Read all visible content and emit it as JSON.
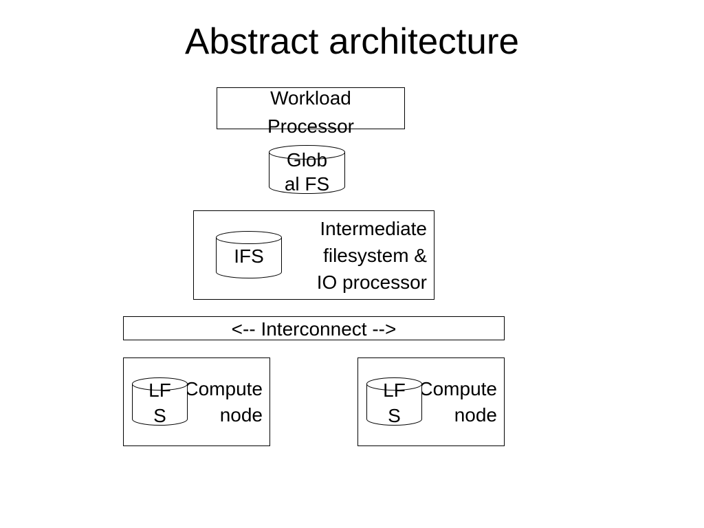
{
  "slide": {
    "title": "Abstract architecture"
  },
  "workload_processor": {
    "line1": "Workload",
    "line2": "Processor"
  },
  "global_fs": {
    "line1": "Glob",
    "line2": "al FS"
  },
  "intermediate": {
    "line1": "Intermediate",
    "line2": "filesystem &",
    "line3": "IO processor",
    "cylinder_label": "IFS"
  },
  "interconnect": {
    "label": "<-- Interconnect -->"
  },
  "compute_nodes": [
    {
      "line1": "Compute",
      "line2": "node",
      "cylinder_line1": "LF",
      "cylinder_line2": "S"
    },
    {
      "line1": "Compute",
      "line2": "node",
      "cylinder_line1": "LF",
      "cylinder_line2": "S"
    }
  ]
}
